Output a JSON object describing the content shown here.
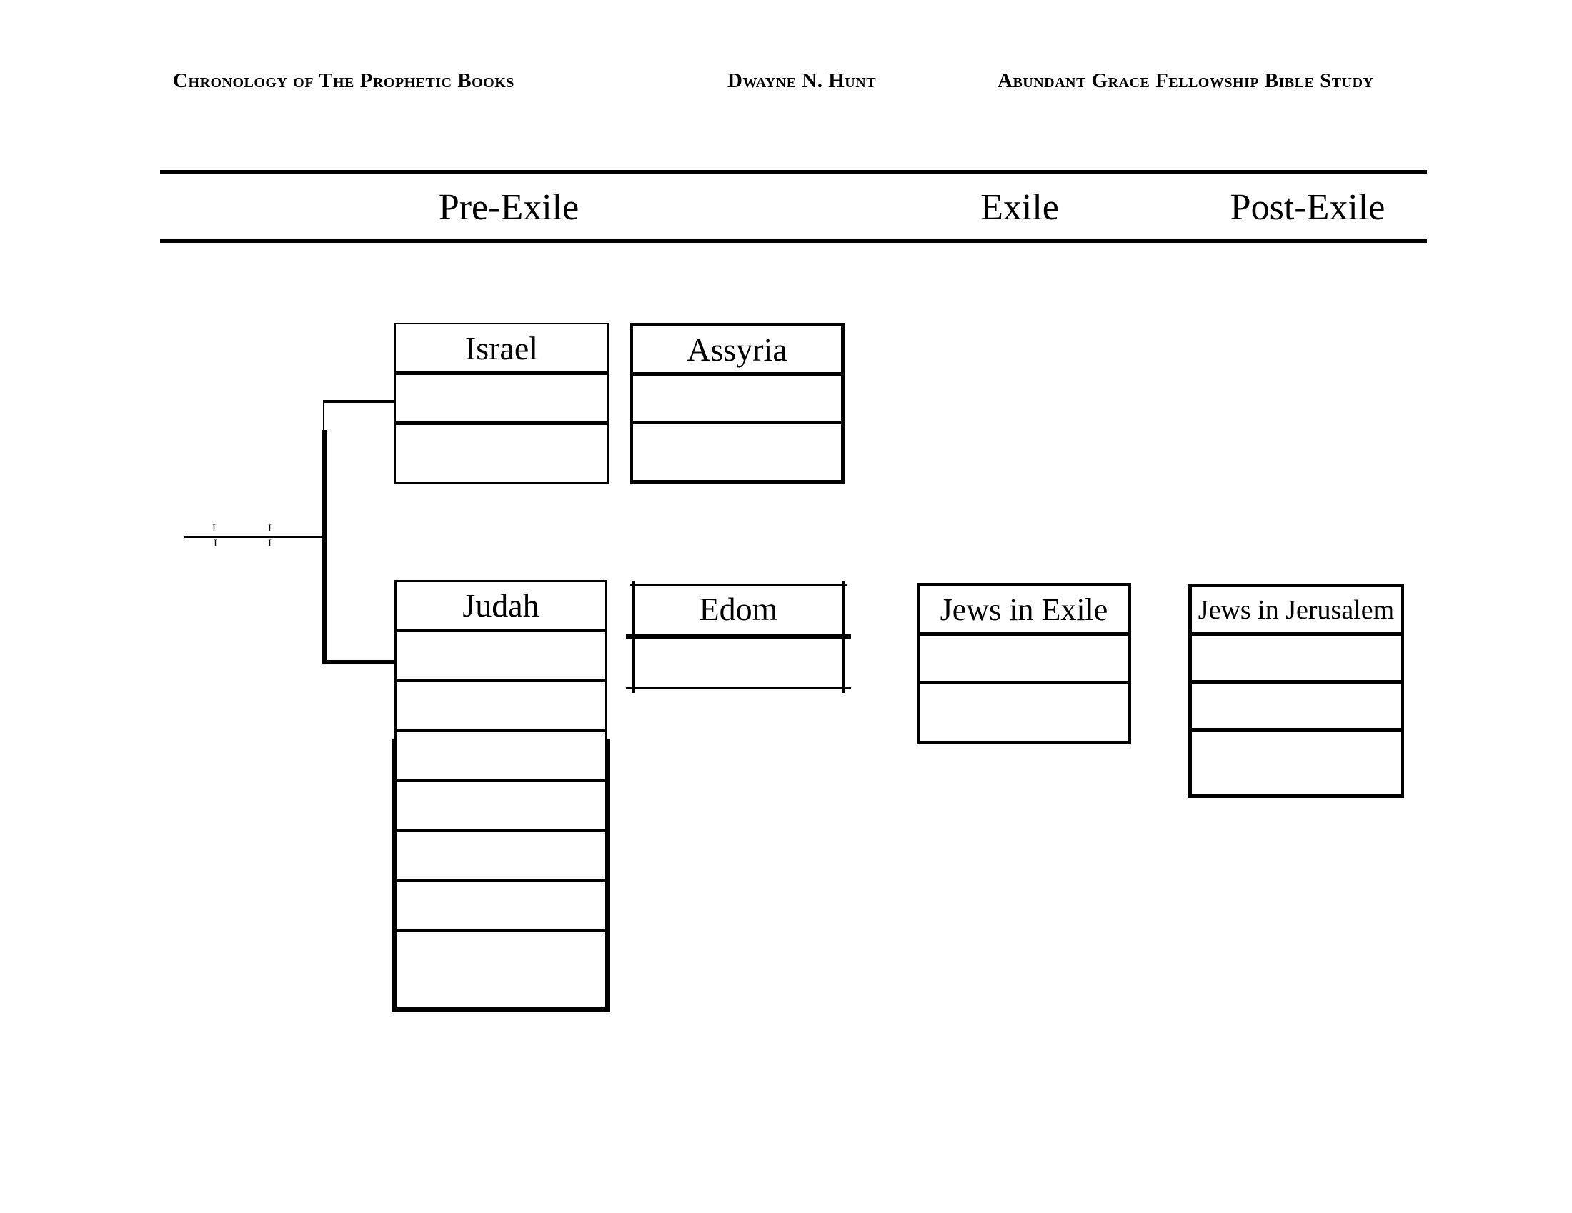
{
  "header": {
    "title": "Chronology of The Prophetic Books",
    "author": "Dwayne N. Hunt",
    "organization": "Abundant Grace Fellowship Bible Study"
  },
  "sections": {
    "pre_exile": "Pre-Exile",
    "exile": "Exile",
    "post_exile": "Post-Exile"
  },
  "boxes": {
    "israel": {
      "title": "Israel",
      "empty_rows": 2
    },
    "assyria": {
      "title": "Assyria",
      "empty_rows": 2
    },
    "judah": {
      "title": "Judah",
      "empty_rows": 7
    },
    "edom": {
      "title": "Edom",
      "empty_rows": 1
    },
    "jews_in_exile": {
      "title": "Jews in Exile",
      "empty_rows": 2
    },
    "jews_in_jerusalem": {
      "title": "Jews in Jerusalem",
      "empty_rows": 3
    }
  },
  "timeline": {
    "tick_glyph": "I"
  },
  "colors": {
    "ink": "#000000",
    "paper": "#ffffff"
  }
}
